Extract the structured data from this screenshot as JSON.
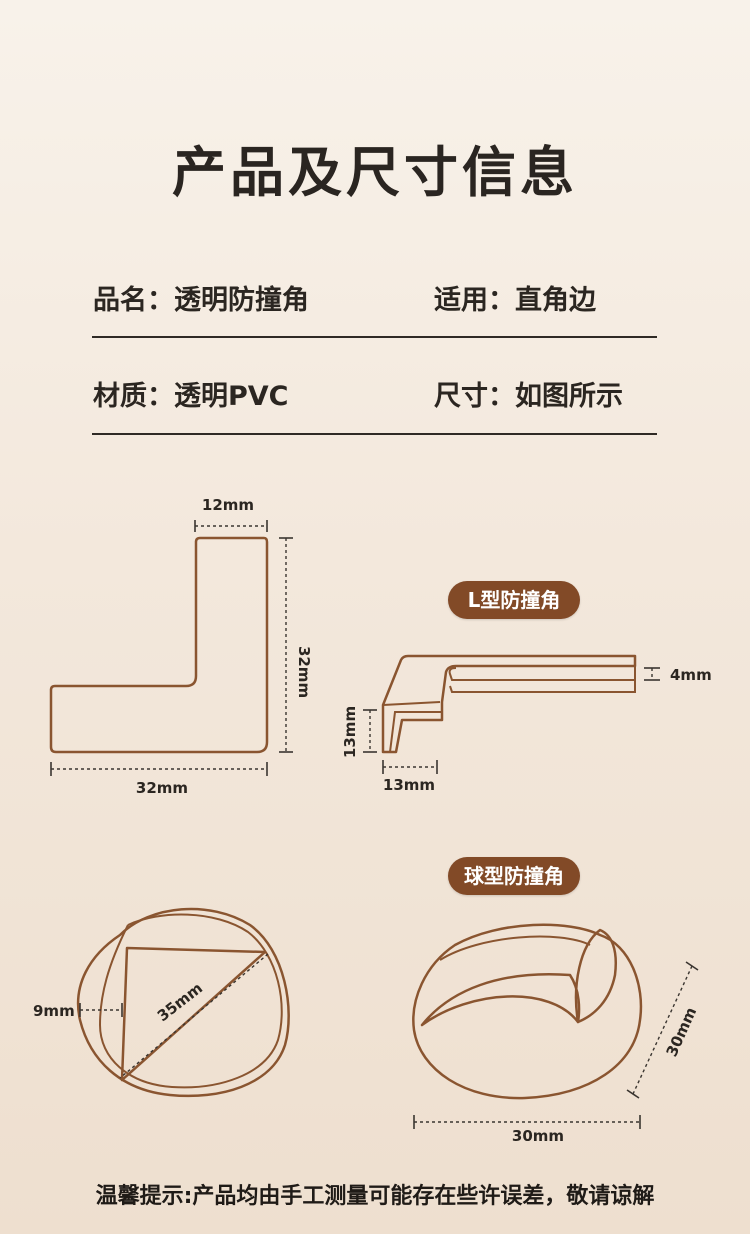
{
  "header": {
    "title": "产品及尺寸信息"
  },
  "info": {
    "name": "品名：透明防撞角",
    "usage": "适用：直角边",
    "material": "材质：透明PVC",
    "size": "尺寸：如图所示"
  },
  "l_type": {
    "badge": "L型防撞角",
    "top_width": "12mm",
    "height": "32mm",
    "bottom_width": "32mm",
    "thickness": "4mm",
    "side_height": "13mm",
    "side_width": "13mm"
  },
  "ball_type": {
    "badge": "球型防撞角",
    "diagonal": "35mm",
    "inset": "9mm",
    "height": "30mm",
    "width": "30mm"
  },
  "footer": {
    "note": "温馨提示:产品均由手工测量可能存在些许误差，敬请谅解"
  },
  "colors": {
    "outline": "#8a5530",
    "badge": "#824a27",
    "dim": "#3a3530"
  }
}
